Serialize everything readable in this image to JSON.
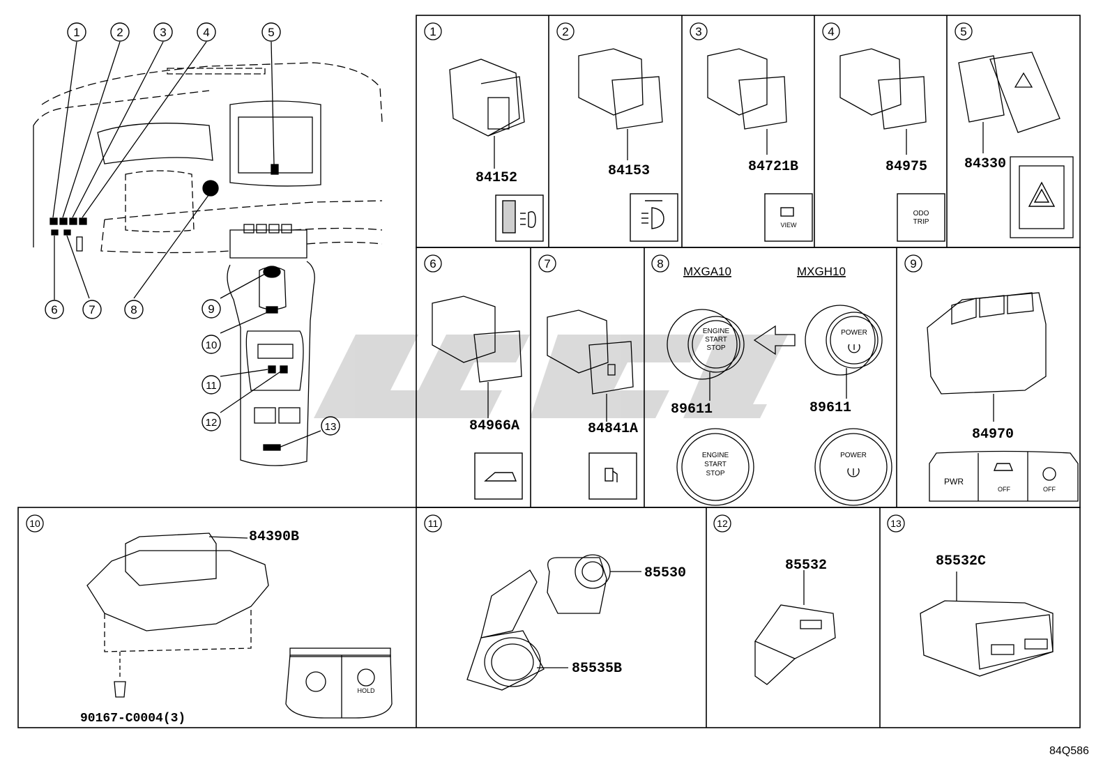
{
  "figure_code": "84Q586",
  "overview": {
    "callouts": [
      "1",
      "2",
      "3",
      "4",
      "5",
      "6",
      "7",
      "8",
      "9",
      "10",
      "11",
      "12",
      "13"
    ]
  },
  "panels": [
    {
      "num": "1",
      "parts": [
        "84152"
      ]
    },
    {
      "num": "2",
      "parts": [
        "84153"
      ]
    },
    {
      "num": "3",
      "parts": [
        "84721B"
      ],
      "icon_text": "VIEW"
    },
    {
      "num": "4",
      "parts": [
        "84975"
      ],
      "icon_text_1": "ODO",
      "icon_text_2": "TRIP"
    },
    {
      "num": "5",
      "parts": [
        "84330"
      ]
    },
    {
      "num": "6",
      "parts": [
        "84966A"
      ]
    },
    {
      "num": "7",
      "parts": [
        "84841A"
      ]
    },
    {
      "num": "8",
      "parts": [
        "89611",
        "89611"
      ],
      "models": [
        "MXGA10",
        "MXGH10"
      ],
      "engine_lines": [
        "ENGINE",
        "START",
        "STOP"
      ],
      "power_text": "POWER"
    },
    {
      "num": "9",
      "parts": [
        "84970"
      ],
      "pwr_text": "PWR",
      "off_text": "OFF"
    },
    {
      "num": "10",
      "parts": [
        "84390B",
        "90167-C0004(3)"
      ],
      "hold_text": "HOLD"
    },
    {
      "num": "11",
      "parts": [
        "85530",
        "85535B"
      ]
    },
    {
      "num": "12",
      "parts": [
        "85532"
      ]
    },
    {
      "num": "13",
      "parts": [
        "85532C"
      ]
    }
  ],
  "colors": {
    "line": "#000000",
    "watermark": "#d0d0d0",
    "icon_fill": "#cfcfcf"
  }
}
